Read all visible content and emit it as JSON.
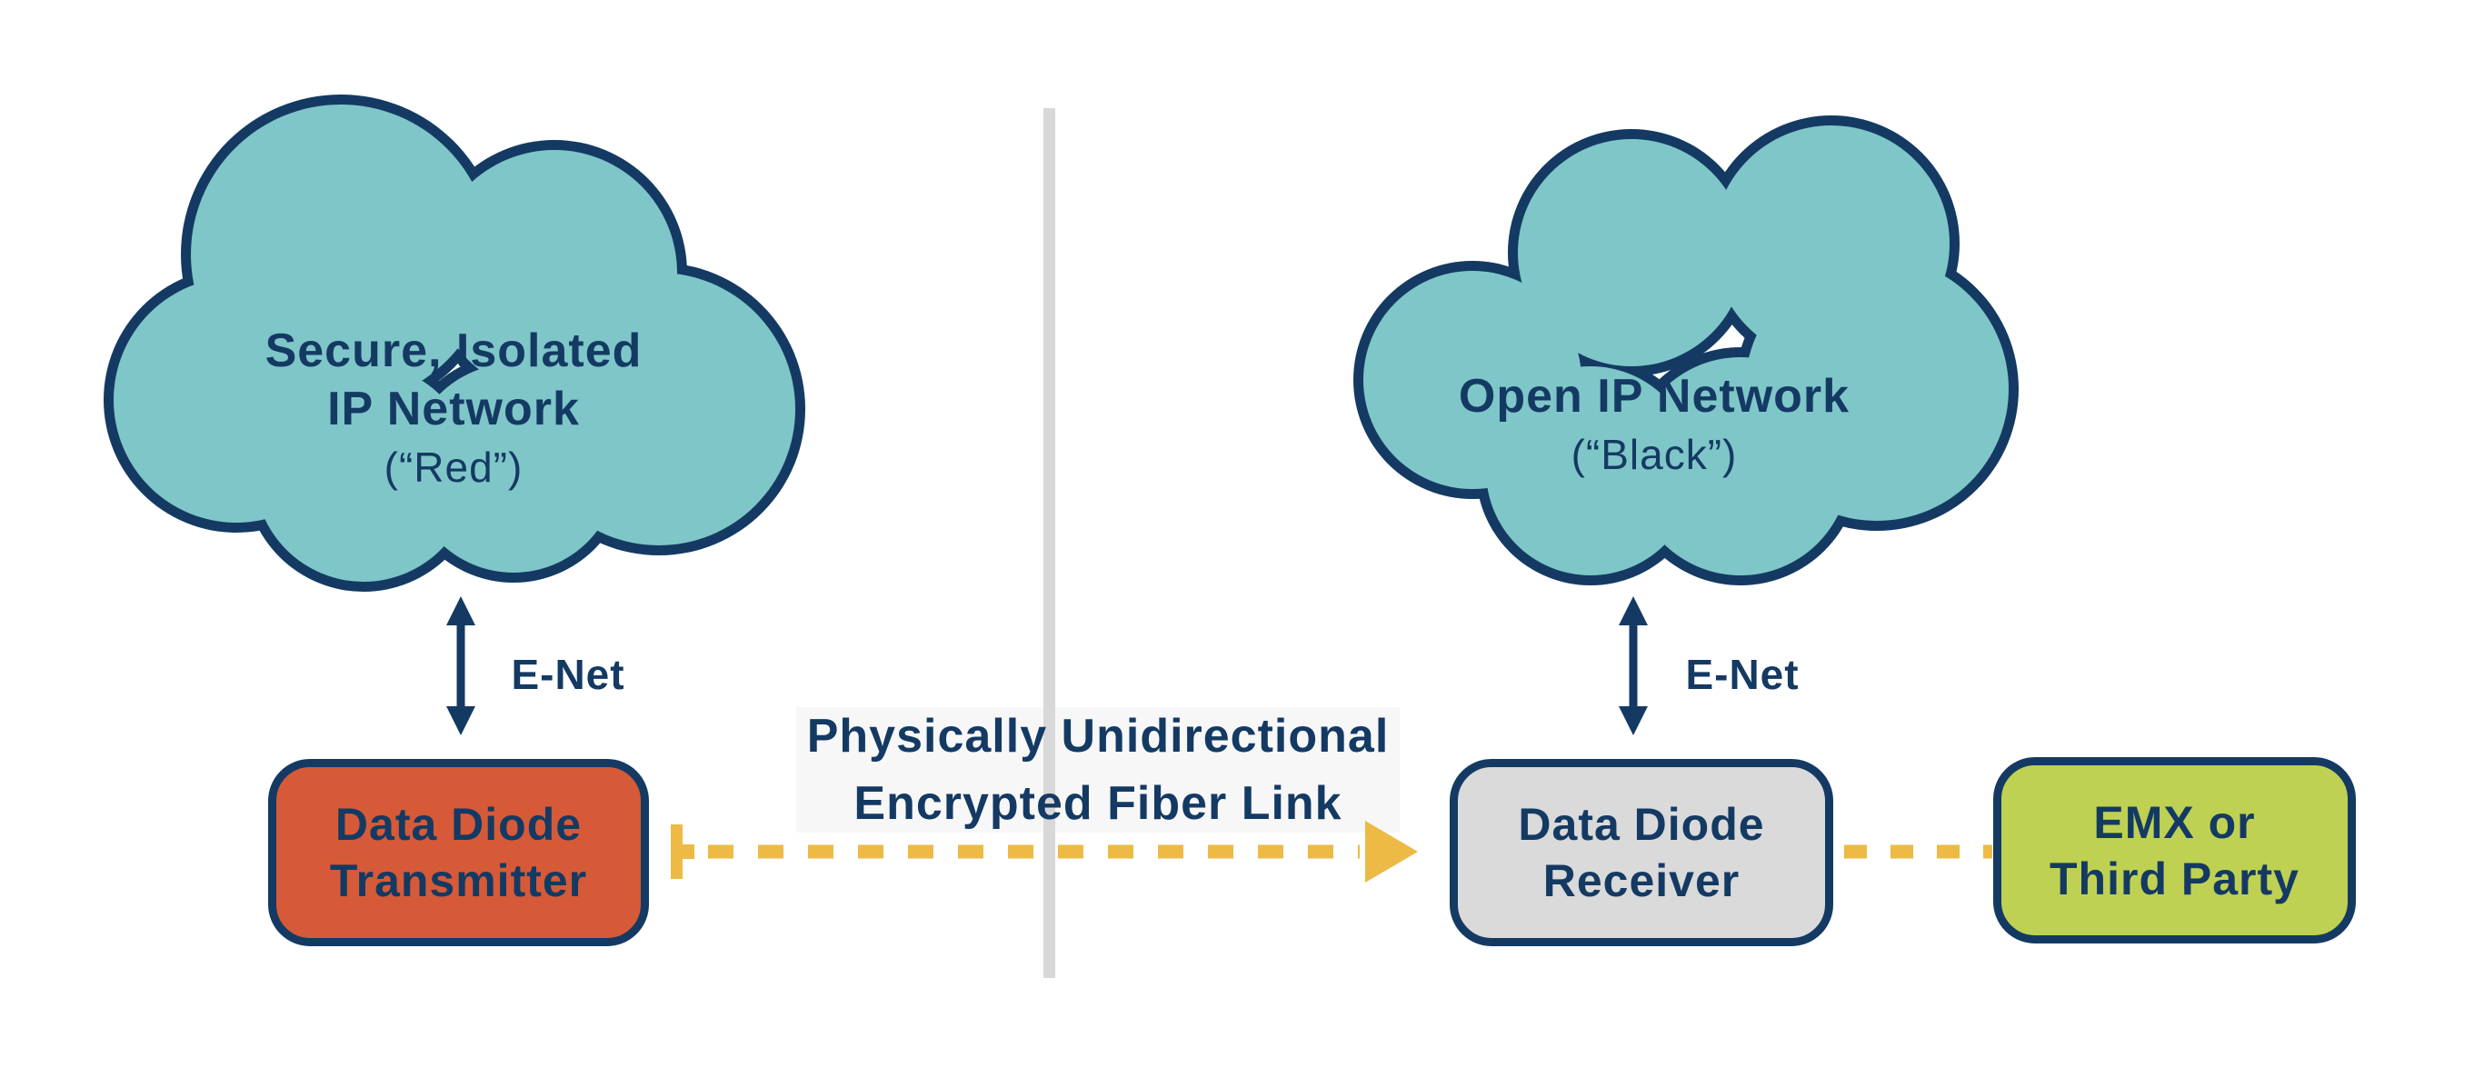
{
  "colors": {
    "navy": "#143a63",
    "cloud_teal": "#7fc6c8",
    "transmitter_orange": "#d65a38",
    "receiver_gray": "#dadada",
    "emx_lime": "#bfd152",
    "link_yellow": "#ecba45",
    "divider_gray": "#d8d8d8",
    "label_band": "#f7f7f7"
  },
  "clouds": {
    "red": {
      "line1": "Secure, Isolated",
      "line2": "IP Network",
      "sub": "(“Red”)"
    },
    "black": {
      "line1": "Open IP Network",
      "sub": "(“Black”)"
    }
  },
  "links": {
    "enet_left": "E-Net",
    "enet_right": "E-Net",
    "fiber": {
      "line1": "Physically Unidirectional",
      "line2": "Encrypted Fiber Link"
    }
  },
  "nodes": {
    "transmitter": {
      "line1": "Data Diode",
      "line2": "Transmitter"
    },
    "receiver": {
      "line1": "Data Diode",
      "line2": "Receiver"
    },
    "emx": {
      "line1": "EMX or",
      "line2": "Third Party"
    }
  }
}
